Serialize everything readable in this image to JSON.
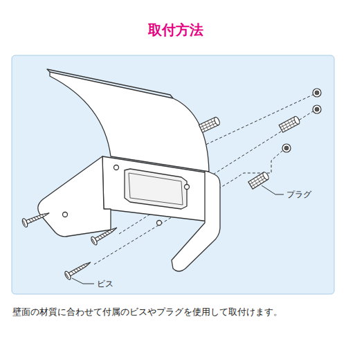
{
  "diagram": {
    "title": "取付方法",
    "caption": "壁面の材質に合わせて付属のビスやプラグを使用して取付けます。",
    "labels": [
      "プラグ",
      "ビス"
    ]
  }
}
